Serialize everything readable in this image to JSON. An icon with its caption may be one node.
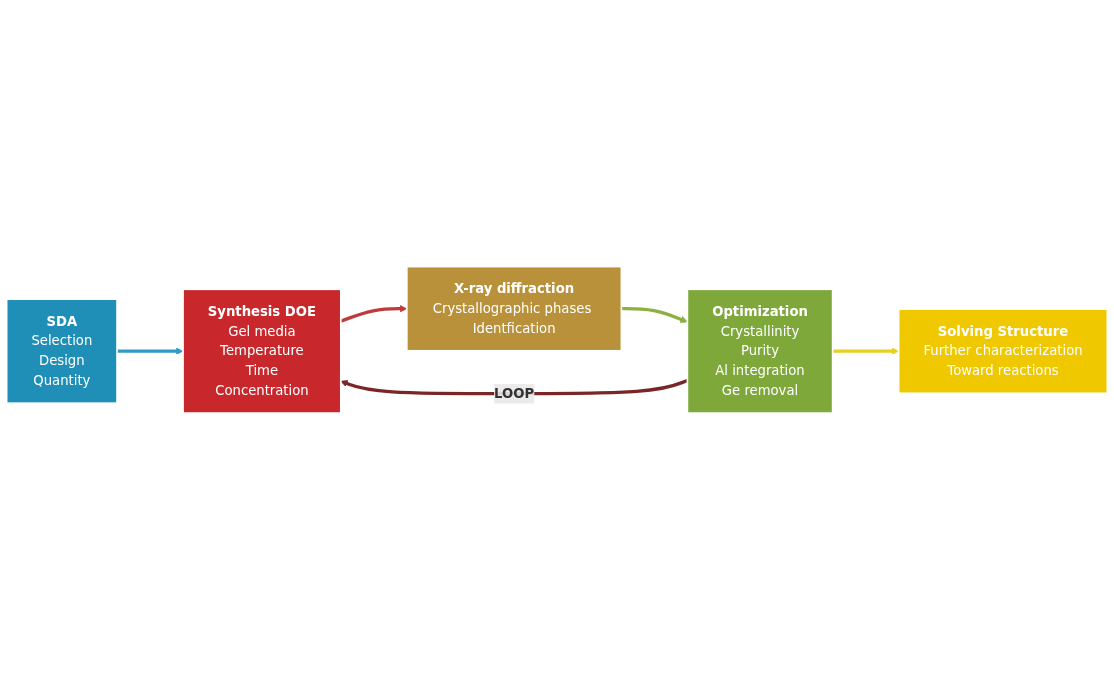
{
  "diagram": {
    "nodes": [
      {
        "text": [
          "SDA",
          "Selection",
          "Design",
          "Quantity"
        ]
      },
      {
        "text": [
          "Synthesis DOE",
          "Gel media",
          "Temperature",
          "Time",
          "Concentration"
        ]
      },
      {
        "text": [
          "X-ray diffraction",
          "Crystallographic phases Identfication"
        ]
      },
      {
        "text": [
          "Optimization",
          "Crystallinity",
          "Purity",
          "Al integration",
          "Ge removal"
        ]
      },
      {
        "text": [
          "Solving Structure",
          "Further characterization",
          "Toward reactions"
        ]
      }
    ],
    "edges": [
      {
        "from": 0,
        "to": 1,
        "arrow": "to",
        "color": "#2f9cc4"
      },
      {
        "from": 1,
        "to": 2,
        "arrow": "to",
        "color": "#c0393b"
      },
      {
        "from": 2,
        "to": 3,
        "arrow": "to",
        "color": "#8db040"
      },
      {
        "from": 3,
        "to": 4,
        "arrow": "to",
        "color": "#e8d020"
      },
      {
        "from": 3,
        "to": 1,
        "arrow": "to",
        "label": "LOOP",
        "color": "#7a2626"
      }
    ]
  }
}
